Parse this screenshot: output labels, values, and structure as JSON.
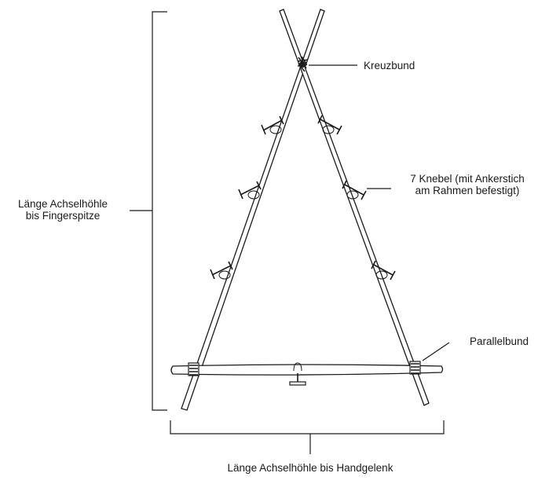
{
  "labels": {
    "kreuzbund": "Kreuzbund",
    "knebel_line1": "7 Knebel (mit Ankerstich",
    "knebel_line2": "am Rahmen befestigt)",
    "parallelbund": "Parallelbund",
    "height_line1": "Länge Achselhöhle",
    "height_line2": "bis Fingerspitze",
    "width": "Länge Achselhöhle bis Handgelenk"
  }
}
